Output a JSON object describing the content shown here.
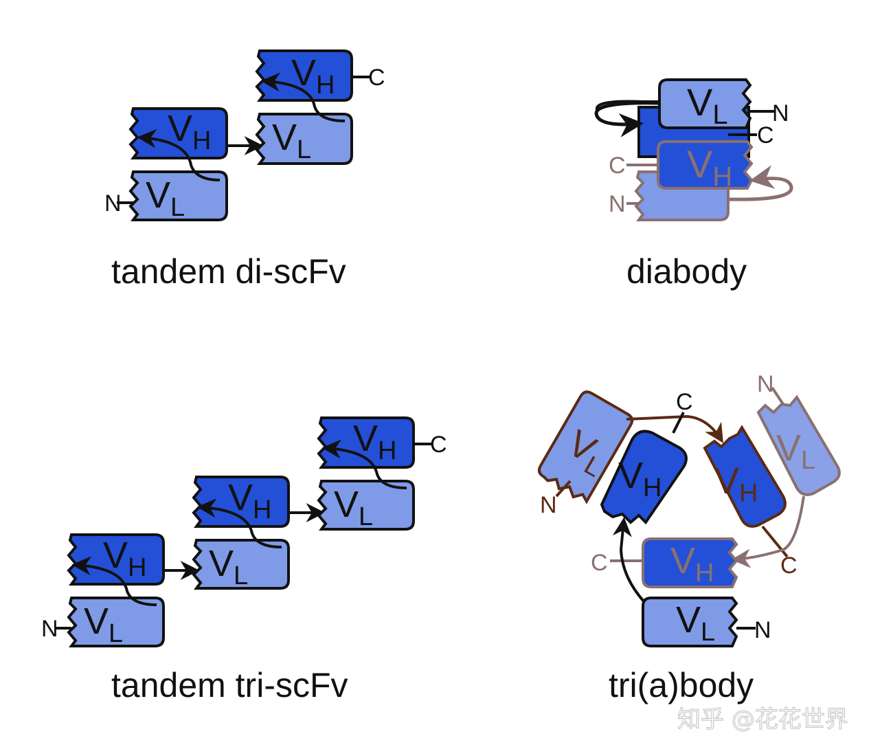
{
  "colors": {
    "vh_fill": "#2450d8",
    "vl_fill": "#7f9be8",
    "outline_dark": "#111111",
    "outline_mauve": "#8a7070",
    "linker_brown": "#5a2a12",
    "mauve_fill_vl": "#8aa1e8"
  },
  "labels": {
    "vh": "V",
    "vh_sub": "H",
    "vl": "V",
    "vl_sub": "L",
    "n_term": "N",
    "c_term": "C"
  },
  "captions": {
    "tandem_di": "tandem di-scFv",
    "diabody": "diabody",
    "tandem_tri": "tandem tri-scFv",
    "triabody": "tri(a)body"
  },
  "watermark": "知乎 @花花世界"
}
